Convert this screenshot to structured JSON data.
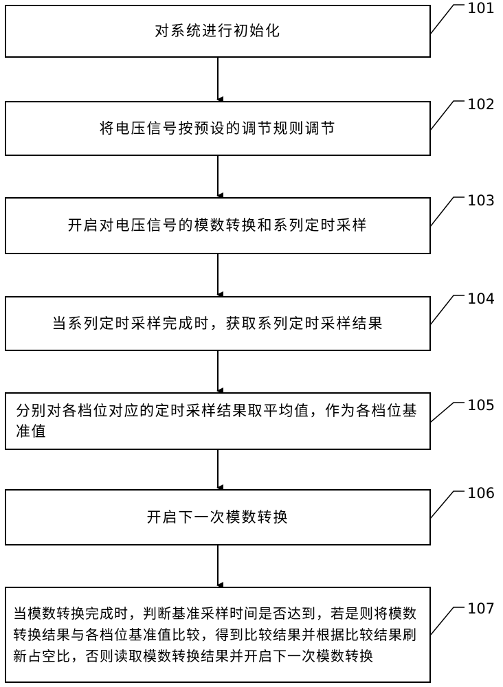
{
  "steps": [
    {
      "id": "101",
      "text": "对系统进行初始化"
    },
    {
      "id": "102",
      "text": "将电压信号按预设的调节规则调节"
    },
    {
      "id": "103",
      "text": "开启对电压信号的模数转换和系列定时采样"
    },
    {
      "id": "104",
      "text": "当系列定时采样完成时，获取系列定时采样结果"
    },
    {
      "id": "105",
      "text": "分别对各档位对应的定时采样结果取平均值，作为各档位基准值"
    },
    {
      "id": "106",
      "text": "开启下一次模数转换"
    },
    {
      "id": "107",
      "text": "当模数转换完成时，判断基准采样时间是否达到，若是则将模数转换结果与各档位基准值比较，得到比较结果并根据比较结果刷新占空比，否则读取模数转换结果并开启下一次模数转换"
    }
  ]
}
